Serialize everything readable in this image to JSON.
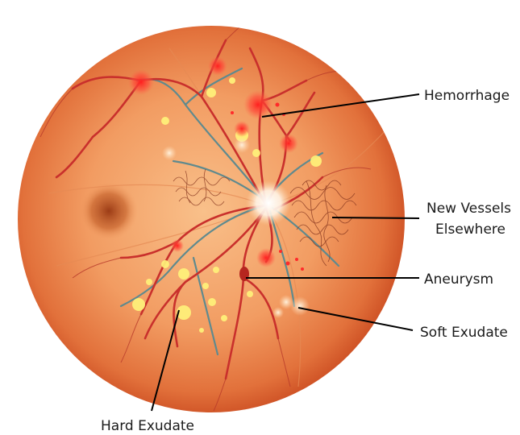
{
  "labels": {
    "hemorrhage": "Hemorrhage",
    "new_vessels_line1": "New Vessels",
    "new_vessels_line2": "Elsewhere",
    "aneurysm": "Aneurysm",
    "soft_exudate": "Soft Exudate",
    "hard_exudate": "Hard Exudate"
  },
  "colors": {
    "background": "#ffffff",
    "retina_center": "#f7b27a",
    "retina_edge": "#d2552a",
    "macula": "#a8441c",
    "optic_disc": "#ffffff",
    "artery": "#c9302c",
    "vein": "#5f8a8e",
    "hemorrhage": "#ff2a2a",
    "hard_exudate": "#fff27a",
    "soft_exudate": "#ffe2b8",
    "leader_line": "#000000"
  }
}
